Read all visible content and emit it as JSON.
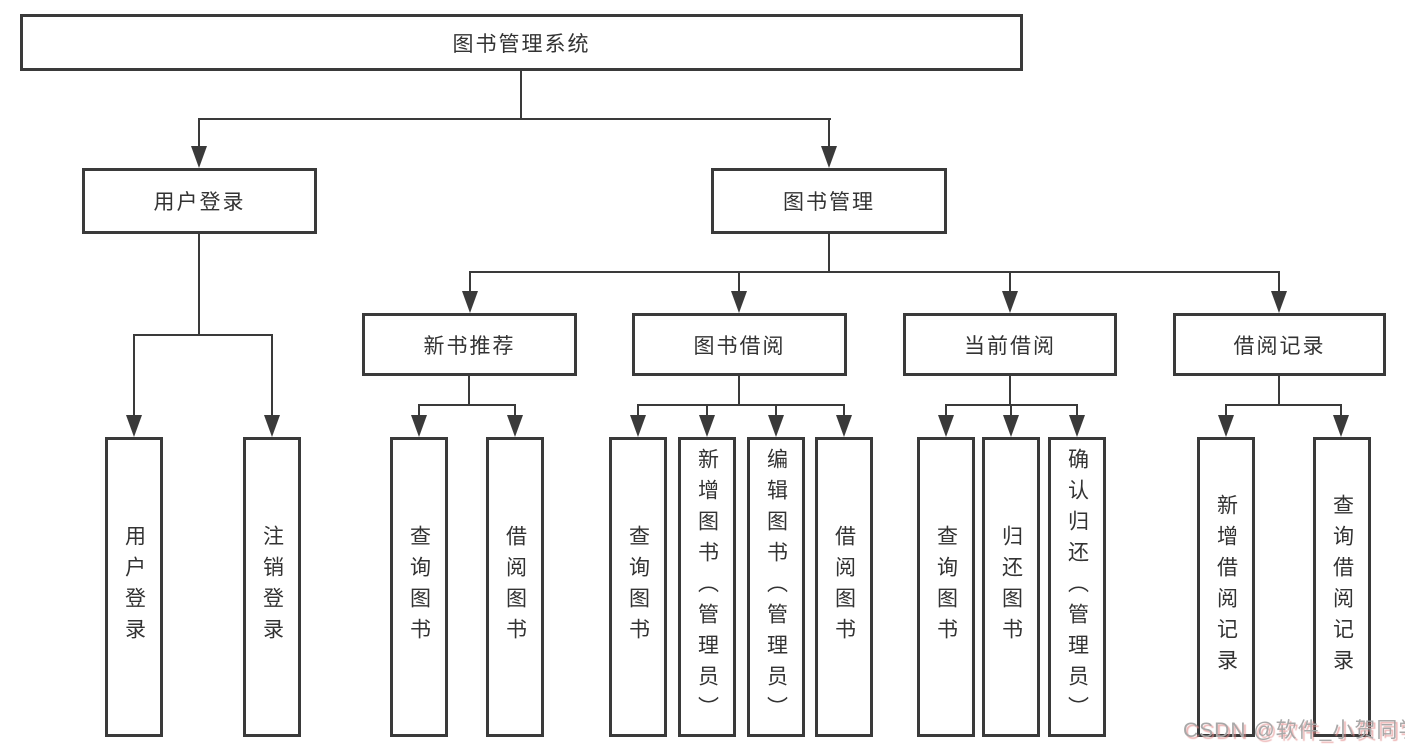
{
  "watermark": {
    "text": "CSDN @软件_小贺同学"
  },
  "colors": {
    "line": "#3a3a3a",
    "box_border": "#3a3a3a",
    "text": "#333333",
    "watermark_gray": "#a8a8a8",
    "watermark_red_shadow": "#e28a8a",
    "background": "#ffffff"
  },
  "tree": {
    "label": "图书管理系统",
    "children": [
      {
        "label": "用户登录",
        "children": [
          {
            "label": "用户登录"
          },
          {
            "label": "注销登录"
          }
        ]
      },
      {
        "label": "图书管理",
        "children": [
          {
            "label": "新书推荐",
            "children": [
              {
                "label": "查询图书"
              },
              {
                "label": "借阅图书"
              }
            ]
          },
          {
            "label": "图书借阅",
            "children": [
              {
                "label": "查询图书"
              },
              {
                "label": "新增图书（管理员）"
              },
              {
                "label": "编辑图书（管理员）"
              },
              {
                "label": "借阅图书"
              }
            ]
          },
          {
            "label": "当前借阅",
            "children": [
              {
                "label": "查询图书"
              },
              {
                "label": "归还图书"
              },
              {
                "label": "确认归还（管理员）"
              }
            ]
          },
          {
            "label": "借阅记录",
            "children": [
              {
                "label": "新增借阅记录"
              },
              {
                "label": "查询借阅记录"
              }
            ]
          }
        ]
      }
    ]
  }
}
